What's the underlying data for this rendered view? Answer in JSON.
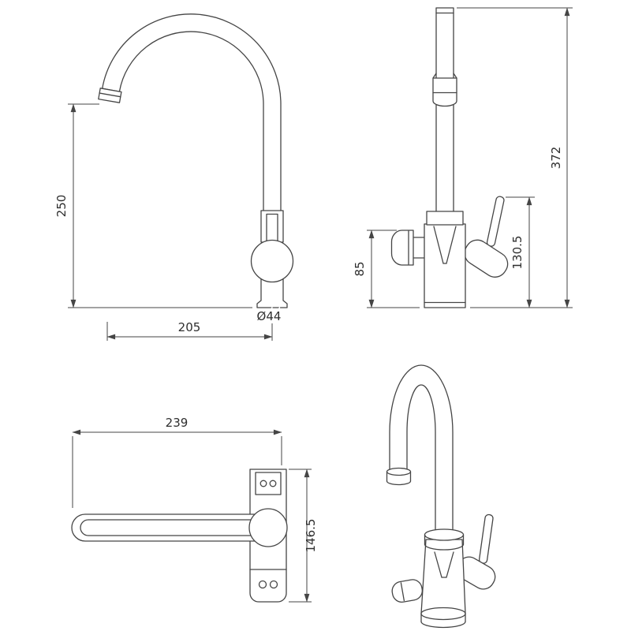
{
  "page": {
    "background": "#ffffff"
  },
  "drawing": {
    "line_color": "#454545",
    "text_color": "#2e2e2e",
    "dims": {
      "spout_height": "250",
      "spout_reach": "205",
      "base_diameter": "Ø44",
      "overall_height": "372",
      "outlet_height": "85",
      "handle_height": "130.5",
      "overall_length": "239",
      "base_depth": "146.5"
    }
  }
}
